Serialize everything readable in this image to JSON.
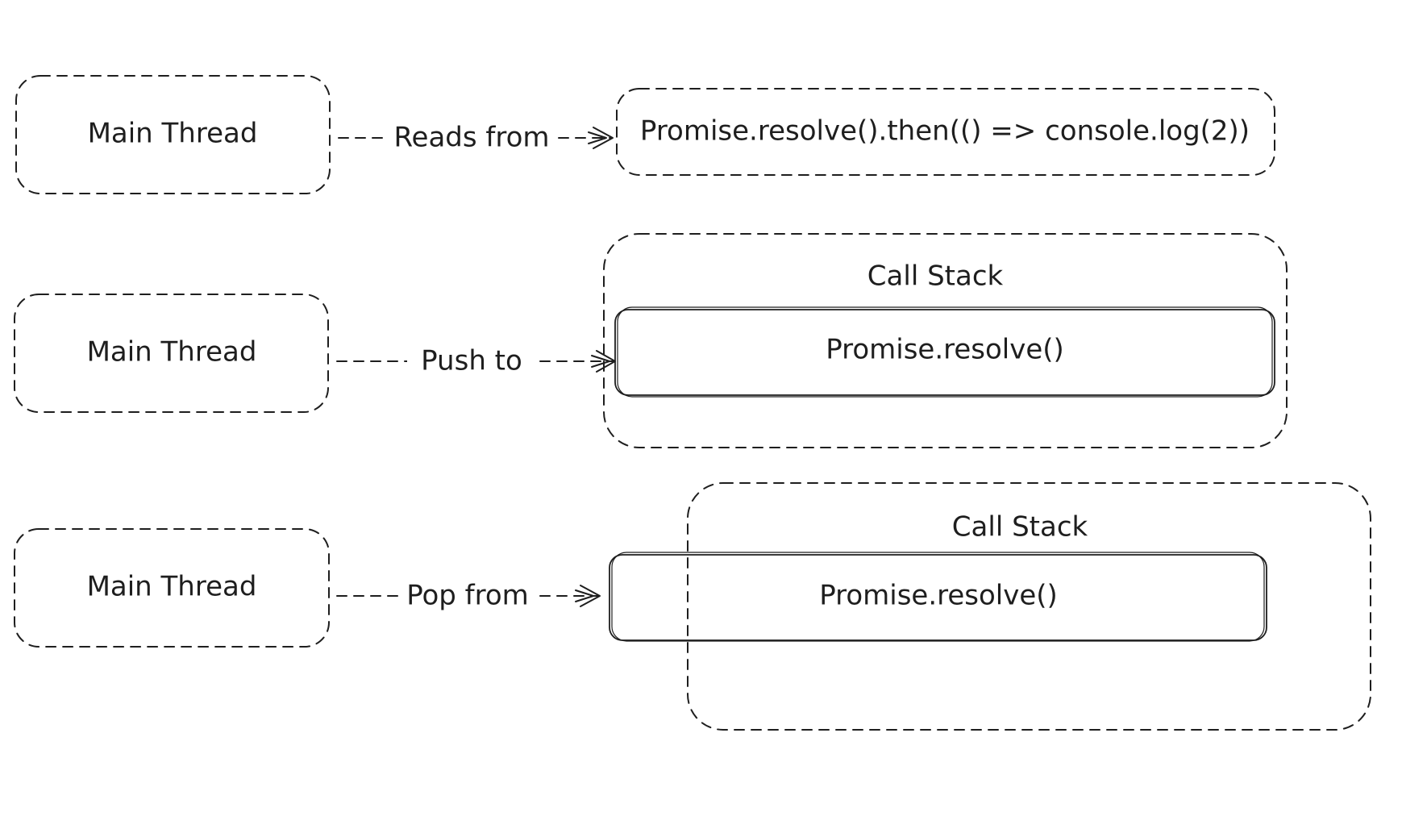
{
  "rows": [
    {
      "source": "Main Thread",
      "edge_label": "Reads from",
      "target_code": "Promise.resolve().then(() => console.log(2))"
    },
    {
      "source": "Main Thread",
      "edge_label": "Push to",
      "container_title": "Call Stack",
      "stack_item": "Promise.resolve()"
    },
    {
      "source": "Main Thread",
      "edge_label": "Pop from",
      "container_title": "Call Stack",
      "stack_item": "Promise.resolve()"
    }
  ],
  "colors": {
    "stroke": "#1e1e1e",
    "background": "#ffffff"
  }
}
